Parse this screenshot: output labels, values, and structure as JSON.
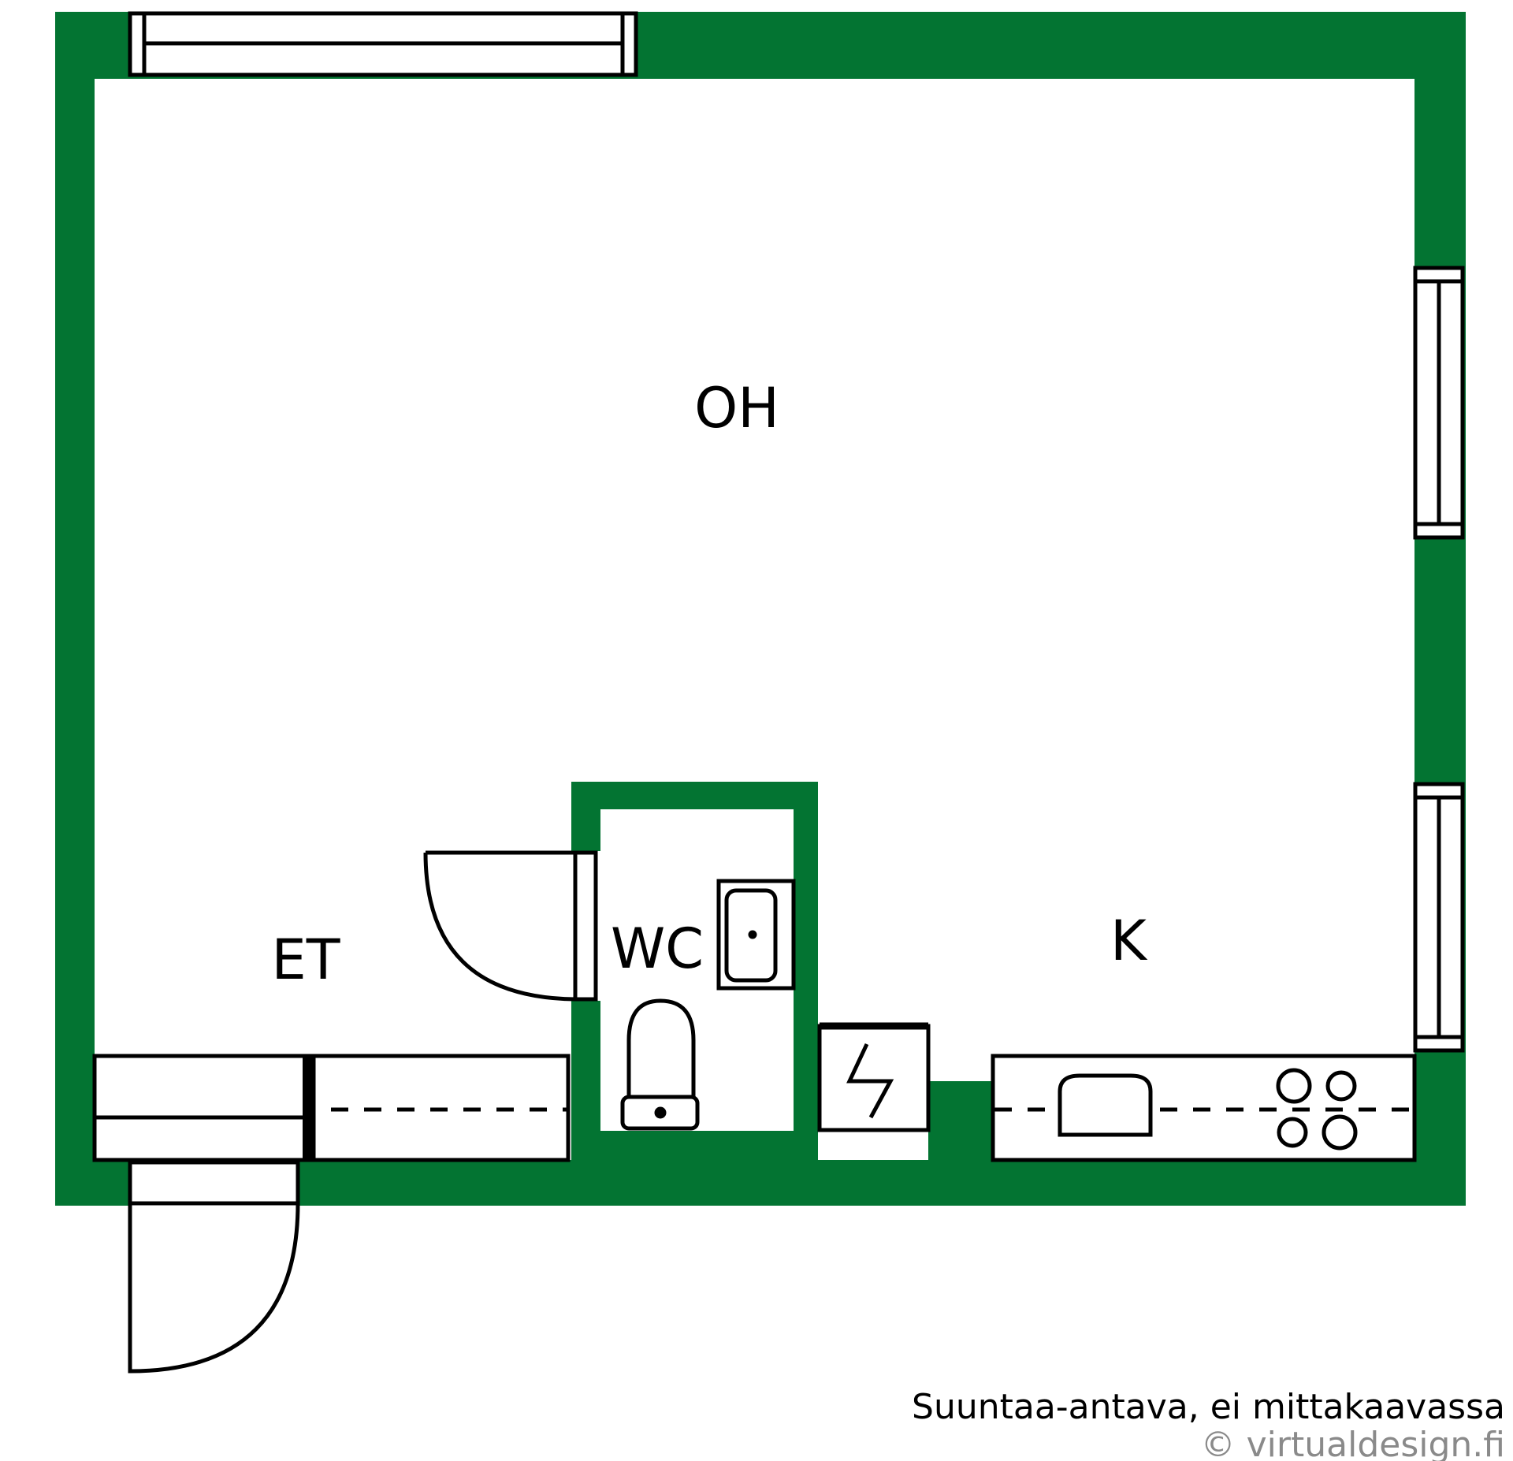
{
  "rooms": {
    "living": "OH",
    "hall": "ET",
    "wc": "WC",
    "kitchen": "K"
  },
  "footer": {
    "note": "Suuntaa-antava, ei mittakaavassa",
    "credit": "© virtualdesign.fi"
  },
  "colors": {
    "wall": "#037432",
    "line": "#000000",
    "floor": "#ffffff",
    "credit": "#8a8a8a"
  },
  "icons": [
    "window",
    "door-swing",
    "wardrobe",
    "toilet",
    "washbasin",
    "electrical-cabinet",
    "kitchen-sink",
    "stove-burners"
  ]
}
